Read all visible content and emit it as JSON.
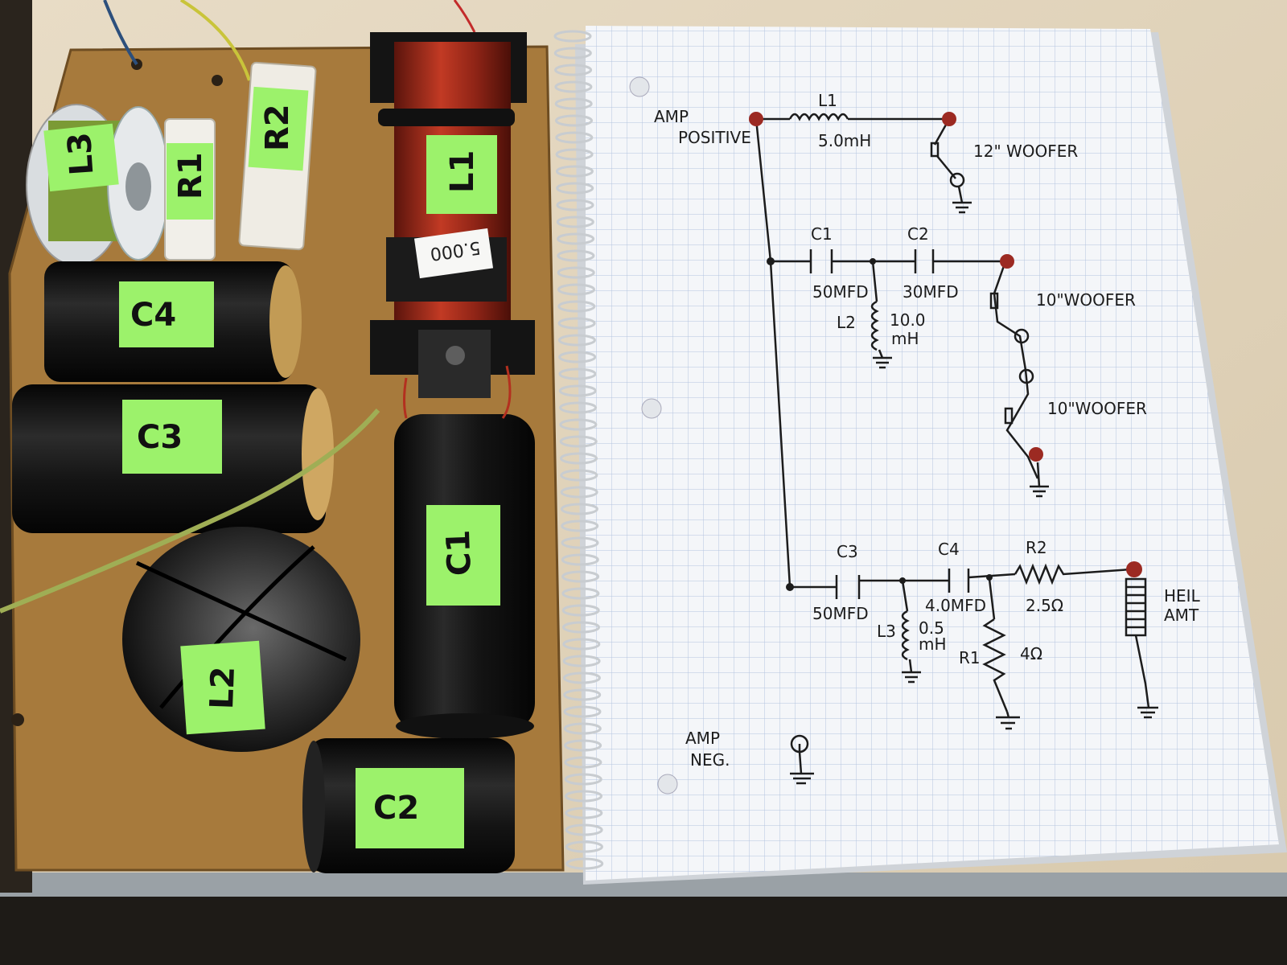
{
  "board": {
    "labels": {
      "L1": "L1",
      "L2": "L2",
      "L3": "L3",
      "R1": "R1",
      "R2": "R2",
      "C1": "C1",
      "C2": "C2",
      "C3": "C3",
      "C4": "C4"
    },
    "coil_sticker": "5.000"
  },
  "schematic": {
    "amp_positive": [
      "AMP",
      "POSITIVE"
    ],
    "amp_negative": [
      "AMP",
      "NEG."
    ],
    "l1": {
      "name": "L1",
      "value": "5.0mH"
    },
    "woofer12": "12\" WOOFER",
    "c1": {
      "name": "C1",
      "value": "50MFD"
    },
    "c2": {
      "name": "C2",
      "value": "30MFD"
    },
    "l2": {
      "name": "L2",
      "value": [
        "10.0",
        "mH"
      ]
    },
    "woofer10_a": "10\"WOOFER",
    "woofer10_b": "10\"WOOFER",
    "c3": {
      "name": "C3",
      "value": "50MFD"
    },
    "c4": {
      "name": "C4",
      "value": "4.0MFD"
    },
    "r2": {
      "name": "R2",
      "value": "2.5Ω"
    },
    "l3": {
      "name": "L3",
      "value": [
        "0.5",
        "mH"
      ]
    },
    "r1": {
      "name": "R1",
      "value": "4Ω"
    },
    "tweeter": [
      "HEIL",
      "AMT"
    ]
  },
  "colors": {
    "tape_green": "#9cf26b",
    "board_brown": "#a77a3c",
    "paper": "#f4f6f9",
    "grid_line": "#b4c4e0",
    "ink": "#1c1c1c",
    "copper": "#b3301f",
    "terminal_red": "#9c2a22"
  }
}
